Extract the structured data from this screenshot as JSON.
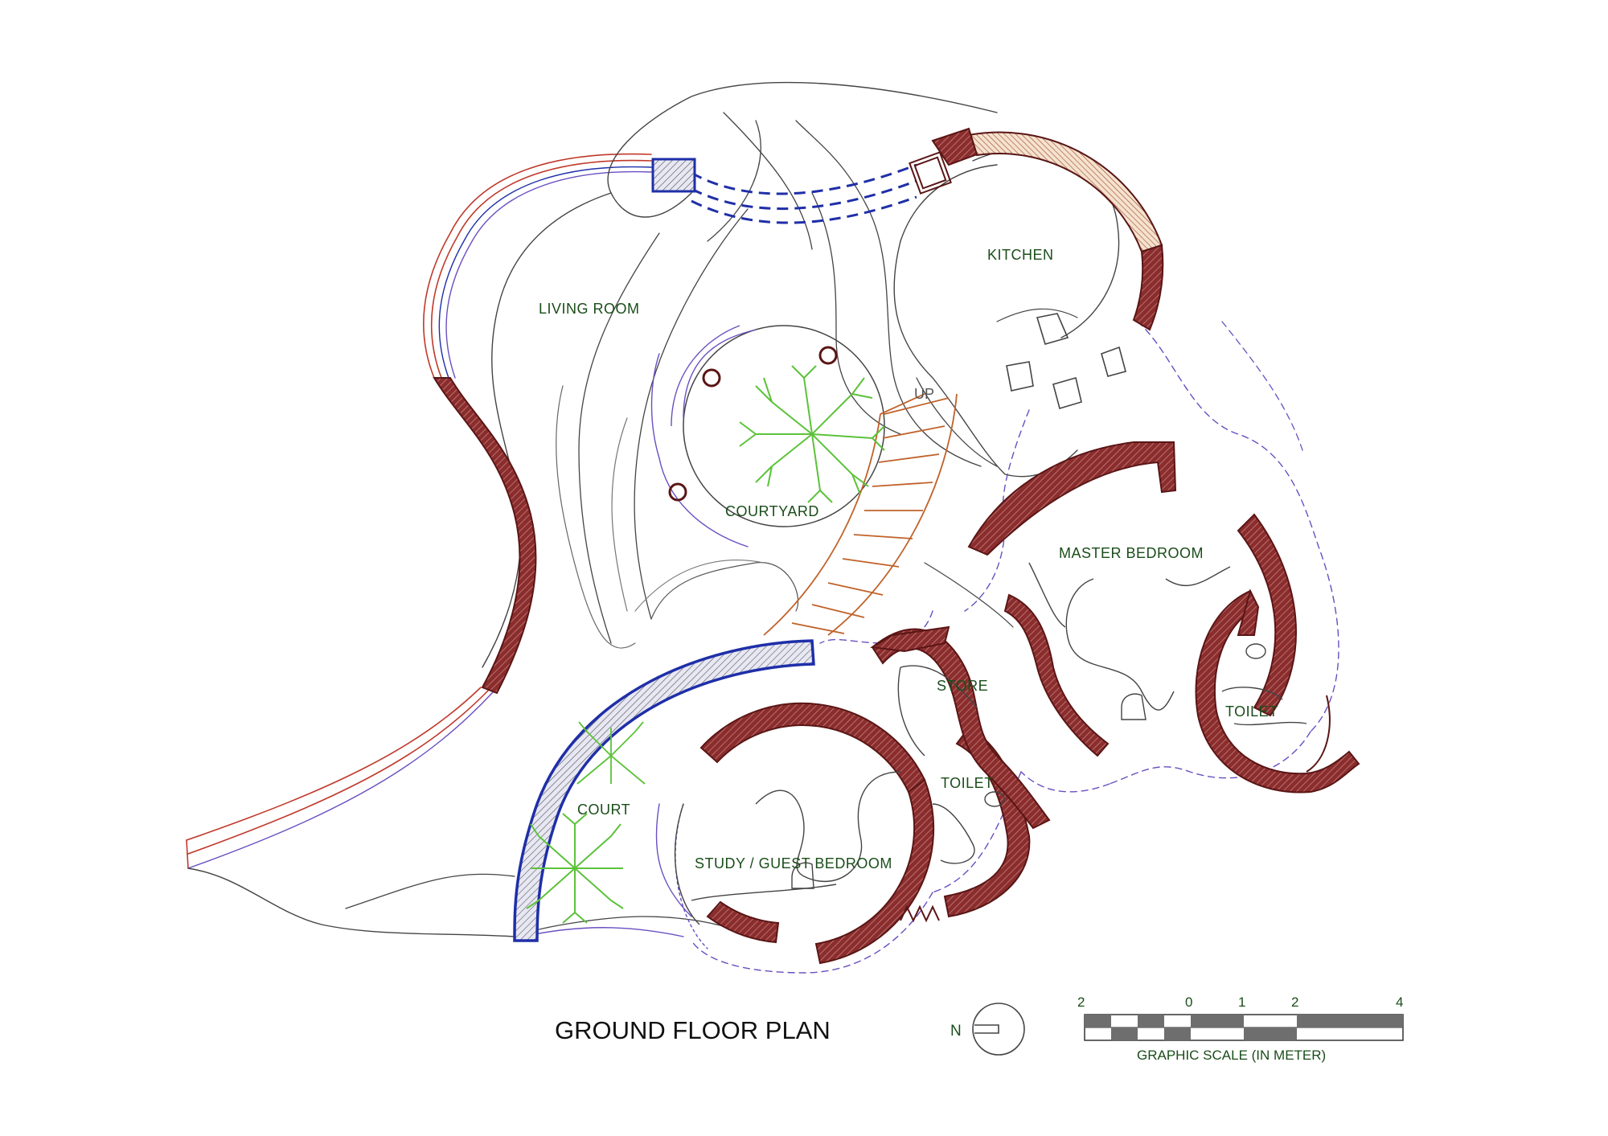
{
  "drawing": {
    "title": "GROUND FLOOR PLAN",
    "colors": {
      "wall_fill": "#8b2d2d",
      "wall_stroke": "#5a1515",
      "blue_wall": "#1f2fa8",
      "outline": "#555555",
      "red_line": "#c0392b",
      "purple_line": "#6a4fc0",
      "stair": "#c0622a",
      "tree": "#5cc23a",
      "label": "#1a4d1a"
    }
  },
  "rooms": {
    "living_room": "LIVING  ROOM",
    "kitchen": "KITCHEN",
    "courtyard": "COURTYARD",
    "up": "UP",
    "master_bedroom": "MASTER BEDROOM",
    "store": "STORE",
    "toilet_master": "TOILET",
    "toilet_guest": "TOILET",
    "court": "COURT",
    "study": "STUDY / GUEST BEDROOM"
  },
  "north": {
    "label": "N"
  },
  "scale": {
    "caption": "GRAPHIC SCALE (IN METER)",
    "ticks": [
      "2",
      "0",
      "1",
      "2",
      "4"
    ]
  }
}
